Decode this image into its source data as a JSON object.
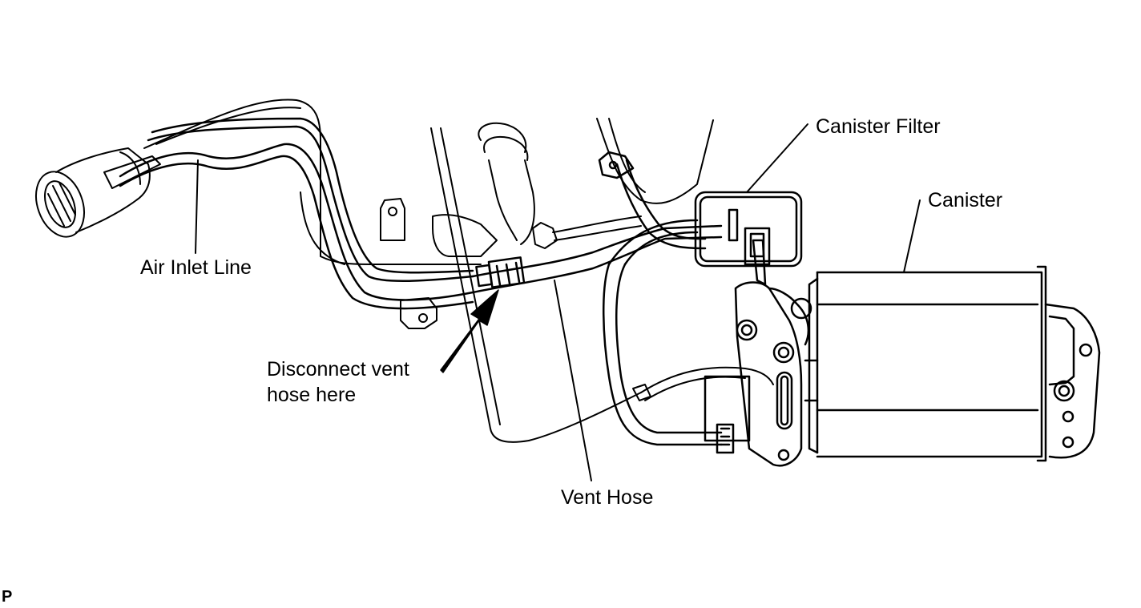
{
  "labels": {
    "canister_filter": "Canister Filter",
    "canister": "Canister",
    "air_inlet_line": "Air Inlet Line",
    "disconnect_note": "Disconnect vent\nhose here",
    "vent_hose": "Vent Hose"
  },
  "figure_code": "P",
  "colors": {
    "line": "#000000",
    "background": "#ffffff"
  }
}
